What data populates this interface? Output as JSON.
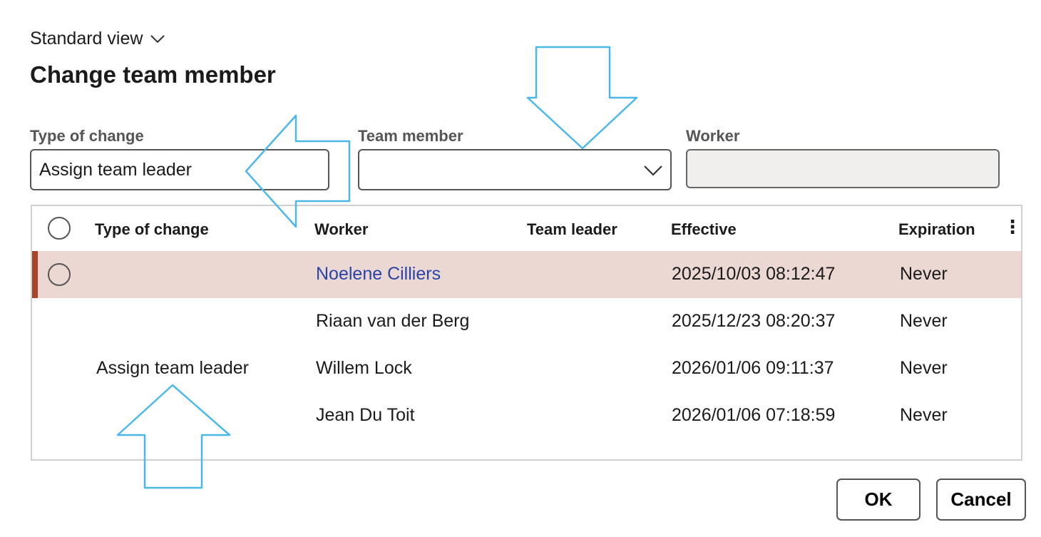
{
  "header": {
    "view_label": "Standard view",
    "title": "Change team member"
  },
  "form": {
    "type_of_change": {
      "label": "Type of change",
      "value": "Assign team leader"
    },
    "team_member": {
      "label": "Team member",
      "value": ""
    },
    "worker": {
      "label": "Worker",
      "value": ""
    }
  },
  "grid": {
    "columns": [
      "Type of change",
      "Worker",
      "Team leader",
      "Effective",
      "Expiration"
    ],
    "rows": [
      {
        "type": "",
        "worker": "Noelene Cilliers",
        "team_leader": "",
        "effective": "2025/10/03 08:12:47",
        "expiration": "Never",
        "selected": true
      },
      {
        "type": "",
        "worker": "Riaan van der Berg",
        "team_leader": "",
        "effective": "2025/12/23 08:20:37",
        "expiration": "Never"
      },
      {
        "type": "Assign team leader",
        "worker": "Willem Lock",
        "team_leader": "",
        "effective": "2026/01/06 09:11:37",
        "expiration": "Never"
      },
      {
        "type": "",
        "worker": "Jean Du Toit",
        "team_leader": "",
        "effective": "2026/01/06 07:18:59",
        "expiration": "Never"
      }
    ]
  },
  "buttons": {
    "ok": "OK",
    "cancel": "Cancel"
  },
  "colors": {
    "link": "#2a43a8",
    "selected_row": "#ecd8d3",
    "selected_marker": "#a8432a",
    "annotation": "#4cb8ea"
  }
}
